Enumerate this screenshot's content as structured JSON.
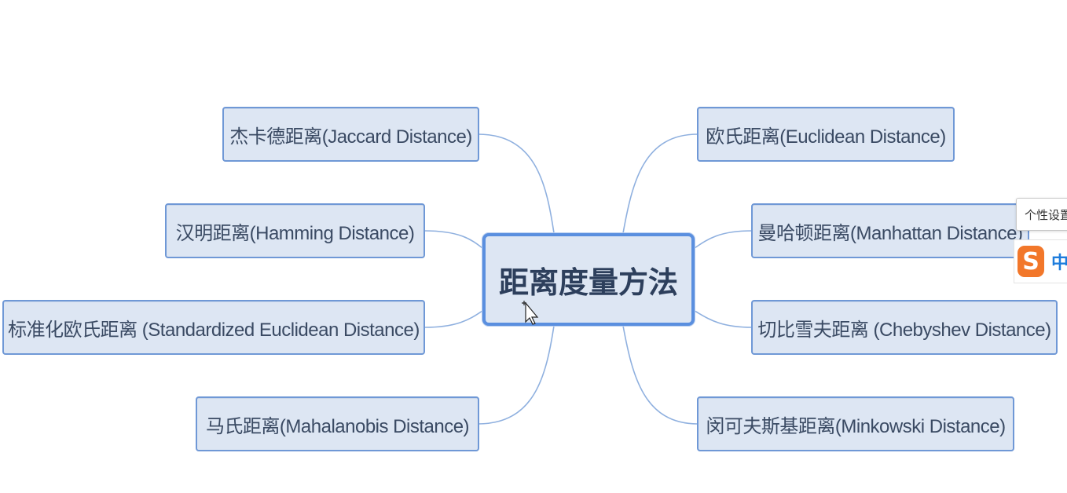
{
  "center": {
    "label": "距离度量方法"
  },
  "left_nodes": [
    {
      "id": "jaccard",
      "label": "杰卡德距离(Jaccard Distance)"
    },
    {
      "id": "hamming",
      "label": "汉明距离(Hamming Distance)"
    },
    {
      "id": "std-euclidean",
      "label": "标准化欧氏距离 (Standardized Euclidean Distance)"
    },
    {
      "id": "mahalanobis",
      "label": "马氏距离(Mahalanobis Distance)"
    }
  ],
  "right_nodes": [
    {
      "id": "euclidean",
      "label": "欧氏距离(Euclidean Distance)"
    },
    {
      "id": "manhattan",
      "label": "曼哈顿距离(Manhattan Distance)"
    },
    {
      "id": "chebyshev",
      "label": "切比雪夫距离 (Chebyshev Distance)"
    },
    {
      "id": "minkowski",
      "label": "闵可夫斯基距离(Minkowski Distance)"
    }
  ],
  "ime": {
    "tooltip": "个性设置",
    "logo": "S",
    "mode": "中"
  },
  "colors": {
    "node_fill": "#dde6f3",
    "node_border": "#6f98d6",
    "connector": "#8fb0df",
    "center_border": "#5a8fdf",
    "text": "#3a4a63"
  }
}
